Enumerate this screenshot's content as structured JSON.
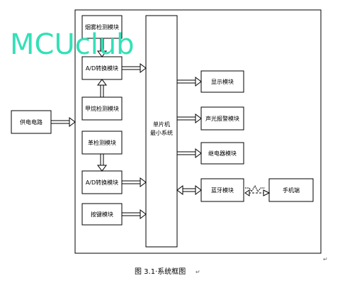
{
  "diagram": {
    "power": "供电电路",
    "smoke_detect": "烟雾检测模块",
    "ad1": "A/D转换模块",
    "alcohol_detect": "甲烷检测模块",
    "co_detect": "革检测模块",
    "ad2": "A/D转换模块",
    "keys": "按键模块",
    "mcu_line1": "单片机",
    "mcu_line2": "最小系统",
    "display": "显示模块",
    "alarm": "声光报警模块",
    "relay": "继电器模块",
    "bluetooth": "蓝牙模块",
    "phone": "手机端"
  },
  "watermark": "MCUclub",
  "caption": "图 3.1·系统框图",
  "paragraph_mark": "↵"
}
